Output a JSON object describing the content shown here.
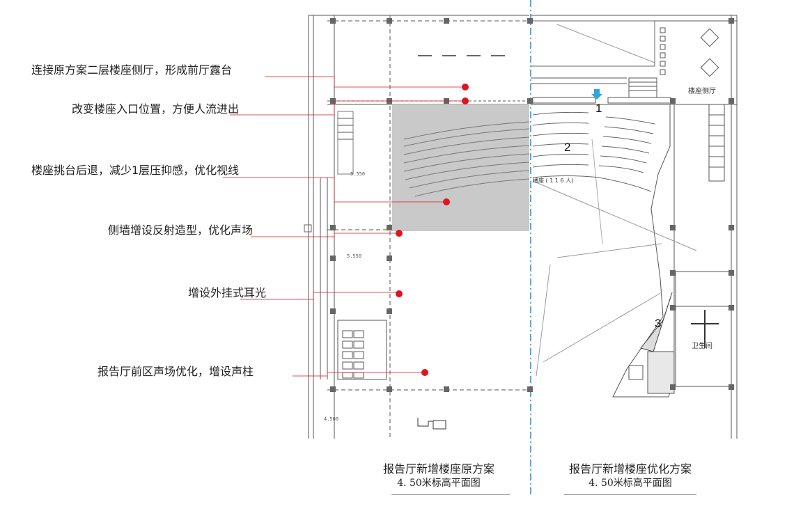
{
  "annotations": [
    {
      "text": "连接原方案二层楼座侧厅，形成前厅露台"
    },
    {
      "text": "改变楼座入口位置，方便人流进出"
    },
    {
      "text": "楼座挑台后退，减少1层压抑感，优化视线"
    },
    {
      "text": "侧墙增设反射造型，优化声场"
    },
    {
      "text": "增设外挂式耳光"
    },
    {
      "text": "报告厅前区声场优化，增设声柱"
    }
  ],
  "captions": {
    "left": {
      "title": "报告厅新增楼座原方案",
      "subtitle": "4. 50米标高平面图"
    },
    "right": {
      "title": "报告厅新增楼座优化方案",
      "subtitle": "4. 50米标高平面图"
    }
  },
  "markers": [
    "1",
    "2",
    "3"
  ],
  "room_labels": {
    "balcony_side_hall": "楼座侧厅",
    "toilet": "卫生间",
    "seat_note": "楼座  ( 1 1 6 人)"
  },
  "elevations": [
    "5.550",
    "5.550",
    "4.500"
  ],
  "colors": {
    "annotation_line": "#e0141e",
    "marker": "#e0141e",
    "divider": "#1a8fd6",
    "shade": "#c9c9c9",
    "arrow": "#2ea7e0"
  }
}
